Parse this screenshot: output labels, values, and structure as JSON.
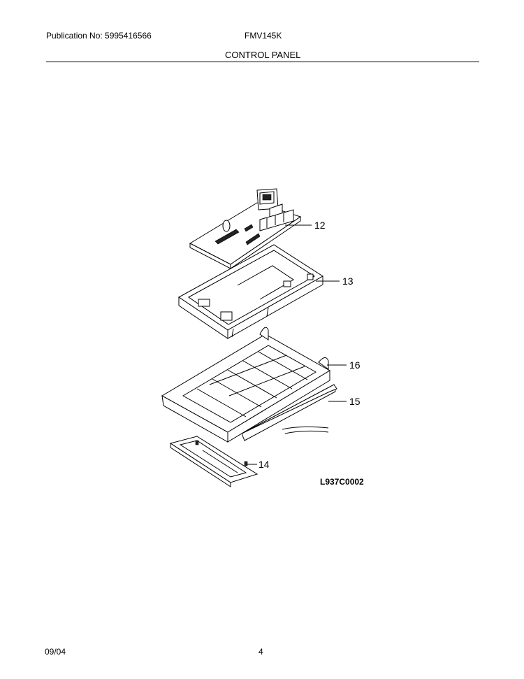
{
  "header": {
    "publication": "Publication No: 5995416566",
    "model": "FMV145K",
    "section_title": "CONTROL PANEL"
  },
  "diagram": {
    "callouts": [
      "12",
      "13",
      "16",
      "15",
      "14"
    ],
    "figure_id": "L937C0002"
  },
  "footer": {
    "date": "09/04",
    "page": "4"
  }
}
